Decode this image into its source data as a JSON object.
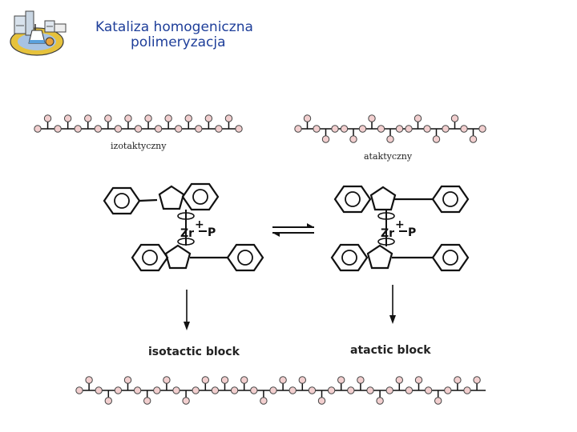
{
  "slide": {
    "title_line1": "Kataliza homogeniczna",
    "title_line2": "polimeryzacja"
  },
  "labels": {
    "isotactic_pl": "izotaktyczny",
    "atactic_pl": "ataktyczny",
    "isotactic_block": "isotactic block",
    "atactic_block": "atactic block",
    "metal": "Zr",
    "charge": "+",
    "polymer": "P"
  },
  "colors": {
    "title": "#1f3f9a",
    "bead_fill": "#f2cfcf",
    "bead_stroke": "#444444",
    "line": "#111111"
  },
  "icons": [
    "catalyst-lab-logo-icon"
  ]
}
